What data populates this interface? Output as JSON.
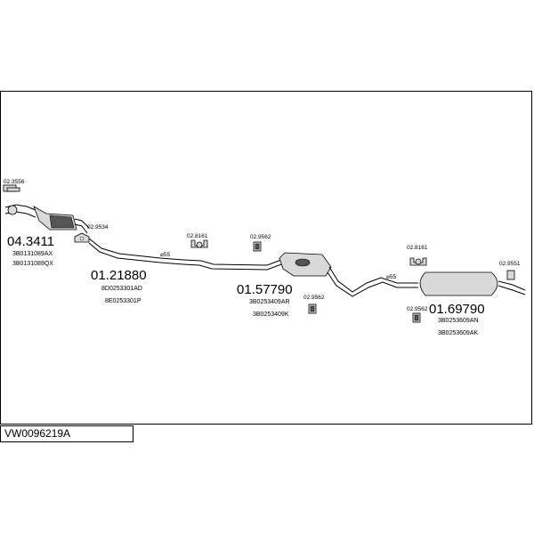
{
  "diagram_code": "VW0096219A",
  "parts": {
    "p_c1": {
      "number": "04.3411",
      "refs": [
        "3B0131089AX",
        "3B0131089QX"
      ]
    },
    "p_c2": {
      "number": "01.21880",
      "refs": [
        "8D0253301AD",
        "8E0253301P"
      ]
    },
    "p_c3": {
      "number": "01.57790",
      "refs": [
        "3B0253409AR",
        "3B0253409K"
      ]
    },
    "p_c4": {
      "number": "01.69790",
      "refs": [
        "3B0253609AN",
        "3B0253609AK"
      ]
    }
  },
  "fittings": {
    "f1": "02.3556",
    "f2": "02.9534",
    "f3": "02.8161",
    "f4": "02.9562",
    "f5": "02.9562",
    "f6": "02.8161",
    "f7": "02.9562",
    "f8": "02.9551"
  },
  "diameters": {
    "d1": "⌀55",
    "d2": "⌀55"
  }
}
